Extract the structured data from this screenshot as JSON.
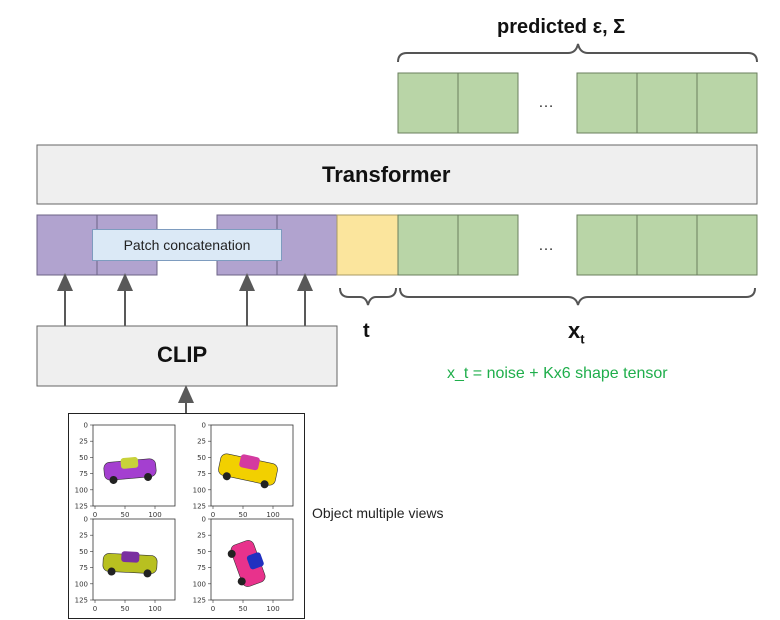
{
  "output_label": "predicted ε, Σ",
  "transformer_label": "Transformer",
  "patch_label": "Patch concatenation",
  "clip_label": "CLIP",
  "t_label": "t",
  "xt_label": "x",
  "xt_subscript": "t",
  "ellipsis": "…",
  "xt_note": "x_t = noise + Kx6 shape tensor",
  "views_caption": "Object multiple views",
  "plot_ticks": {
    "y": [
      "0",
      "25",
      "50",
      "75",
      "100",
      "125"
    ],
    "x": [
      "0",
      "50",
      "100"
    ]
  },
  "colors": {
    "token_green": "#b9d5a7",
    "token_purple": "#b1a3cf",
    "token_yellow": "#fbe59d",
    "box_gray": "#efefef",
    "note_green": "#1fae4b"
  }
}
